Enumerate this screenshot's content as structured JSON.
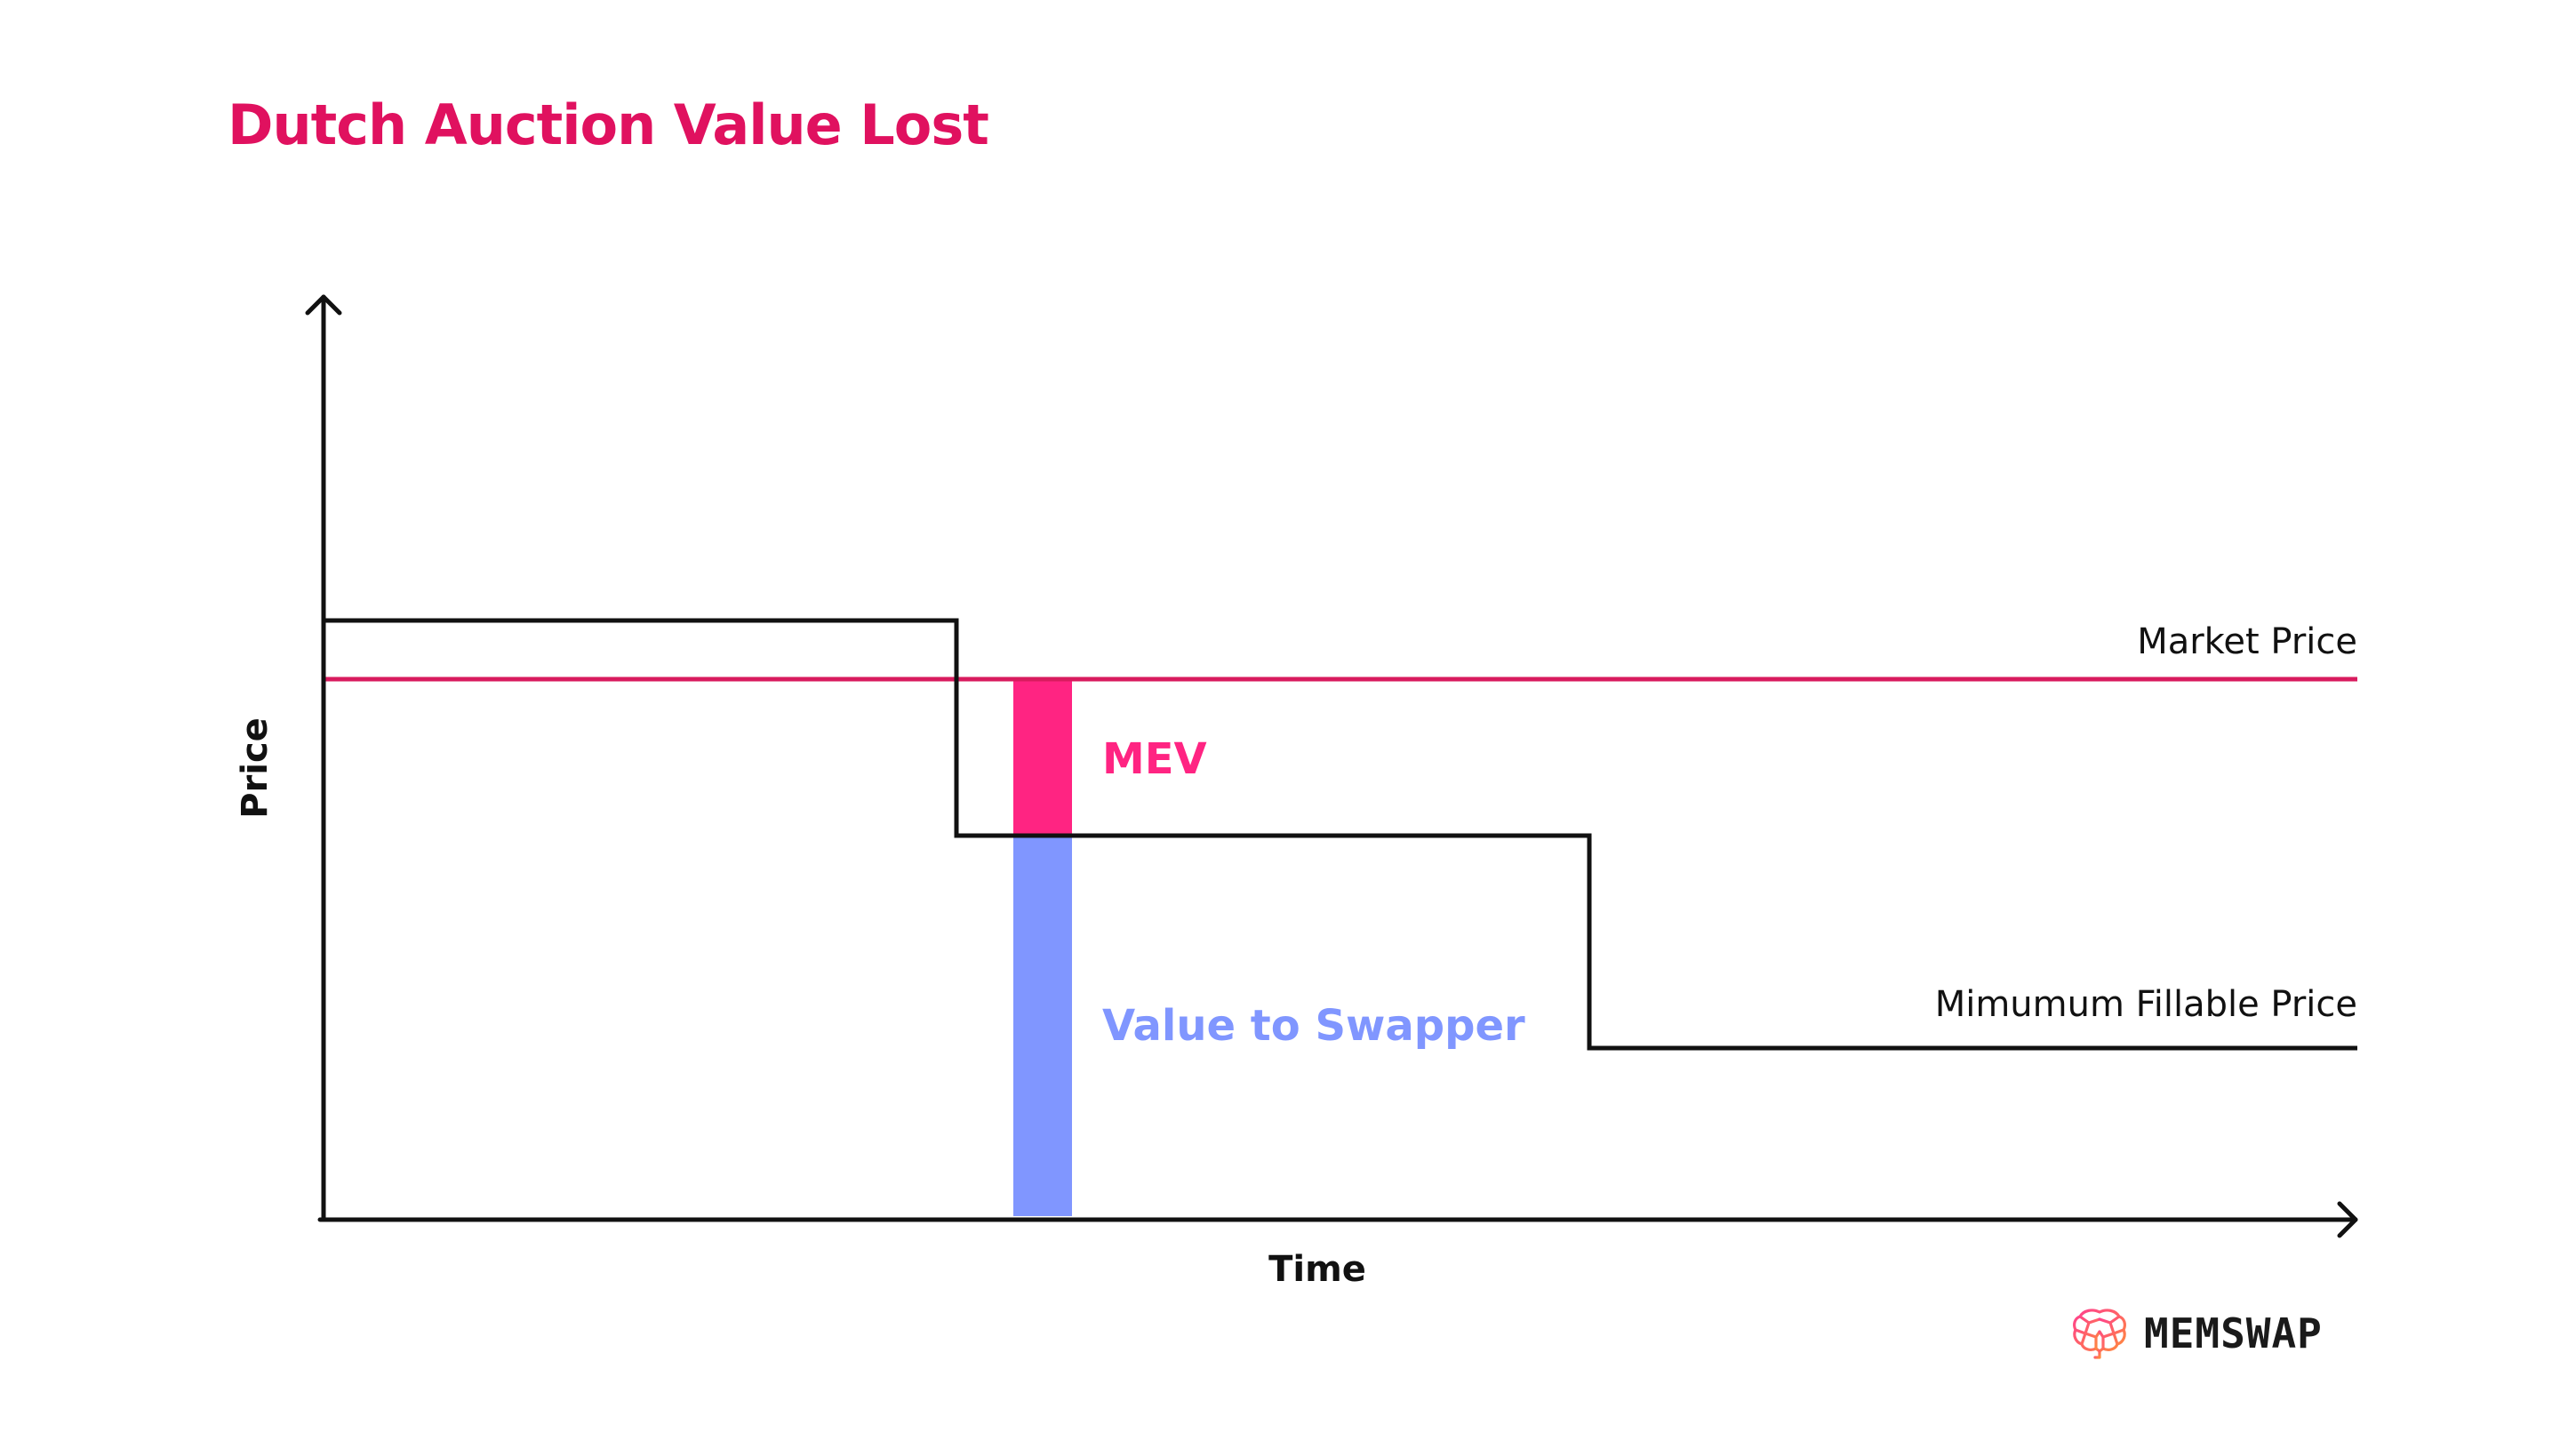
{
  "title": "Dutch Auction Value Lost",
  "colors": {
    "title": "#E0115F",
    "market_price_line": "#D81B5E",
    "mev": "#FF2482",
    "value_to_swapper": "#8096FF",
    "step_line": "#111111",
    "axis": "#111111"
  },
  "labels": {
    "y_axis": "Price",
    "x_axis": "Time",
    "market_price": "Market Price",
    "min_fillable_price": "Mimumum Fillable Price",
    "mev": "MEV",
    "value_to_swapper": "Value to Swapper"
  },
  "brand": {
    "name": "MEMSWAP",
    "icon": "brain-icon"
  }
}
